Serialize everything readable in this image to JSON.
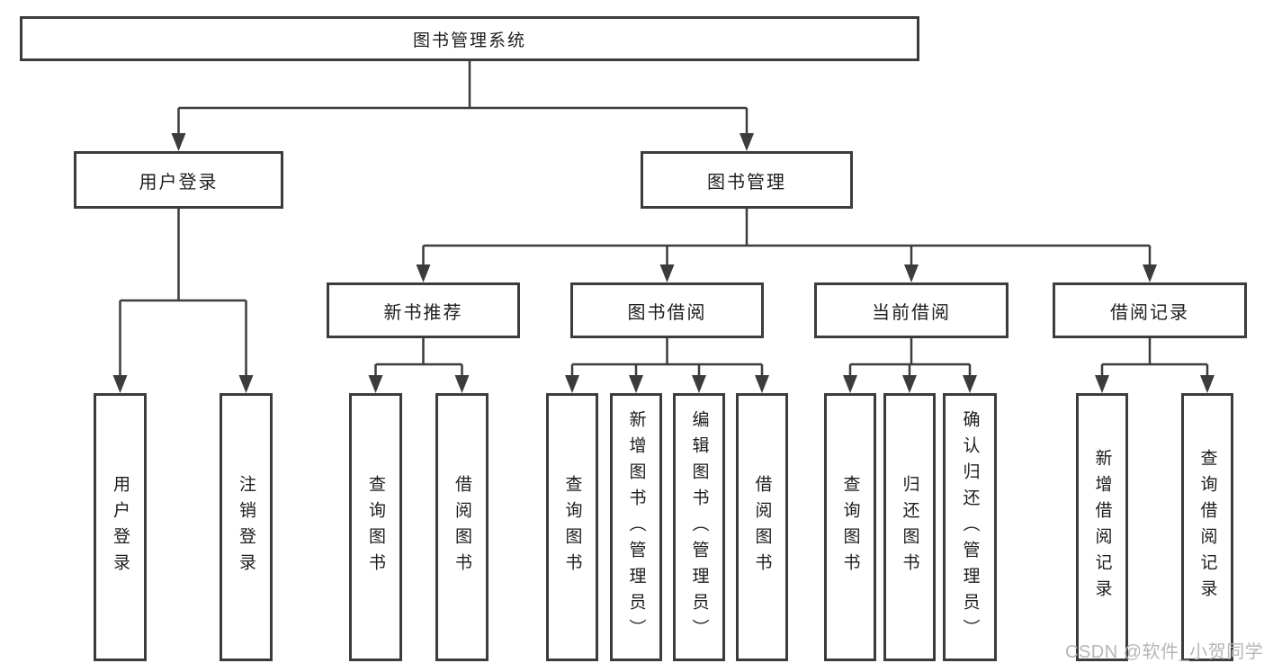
{
  "tree": {
    "label": "图书管理系统",
    "children": [
      {
        "label": "用户登录",
        "children": [
          {
            "label": "用户登录"
          },
          {
            "label": "注销登录"
          }
        ]
      },
      {
        "label": "图书管理",
        "children": [
          {
            "label": "新书推荐",
            "children": [
              {
                "label": "查询图书"
              },
              {
                "label": "借阅图书"
              }
            ]
          },
          {
            "label": "图书借阅",
            "children": [
              {
                "label": "查询图书"
              },
              {
                "label": "新增图书（管理员）"
              },
              {
                "label": "编辑图书（管理员）"
              },
              {
                "label": "借阅图书"
              }
            ]
          },
          {
            "label": "当前借阅",
            "children": [
              {
                "label": "查询图书"
              },
              {
                "label": "归还图书"
              },
              {
                "label": "确认归还（管理员）"
              }
            ]
          },
          {
            "label": "借阅记录",
            "children": [
              {
                "label": "新增借阅记录"
              },
              {
                "label": "查询借阅记录"
              }
            ]
          }
        ]
      }
    ]
  },
  "watermark": {
    "text": "CSDN @软件_小贺同学",
    "color": "#b6b6b6"
  },
  "colors": {
    "line": "#3c3c3c",
    "text": "#1d1d1d",
    "background": "#ffffff"
  }
}
